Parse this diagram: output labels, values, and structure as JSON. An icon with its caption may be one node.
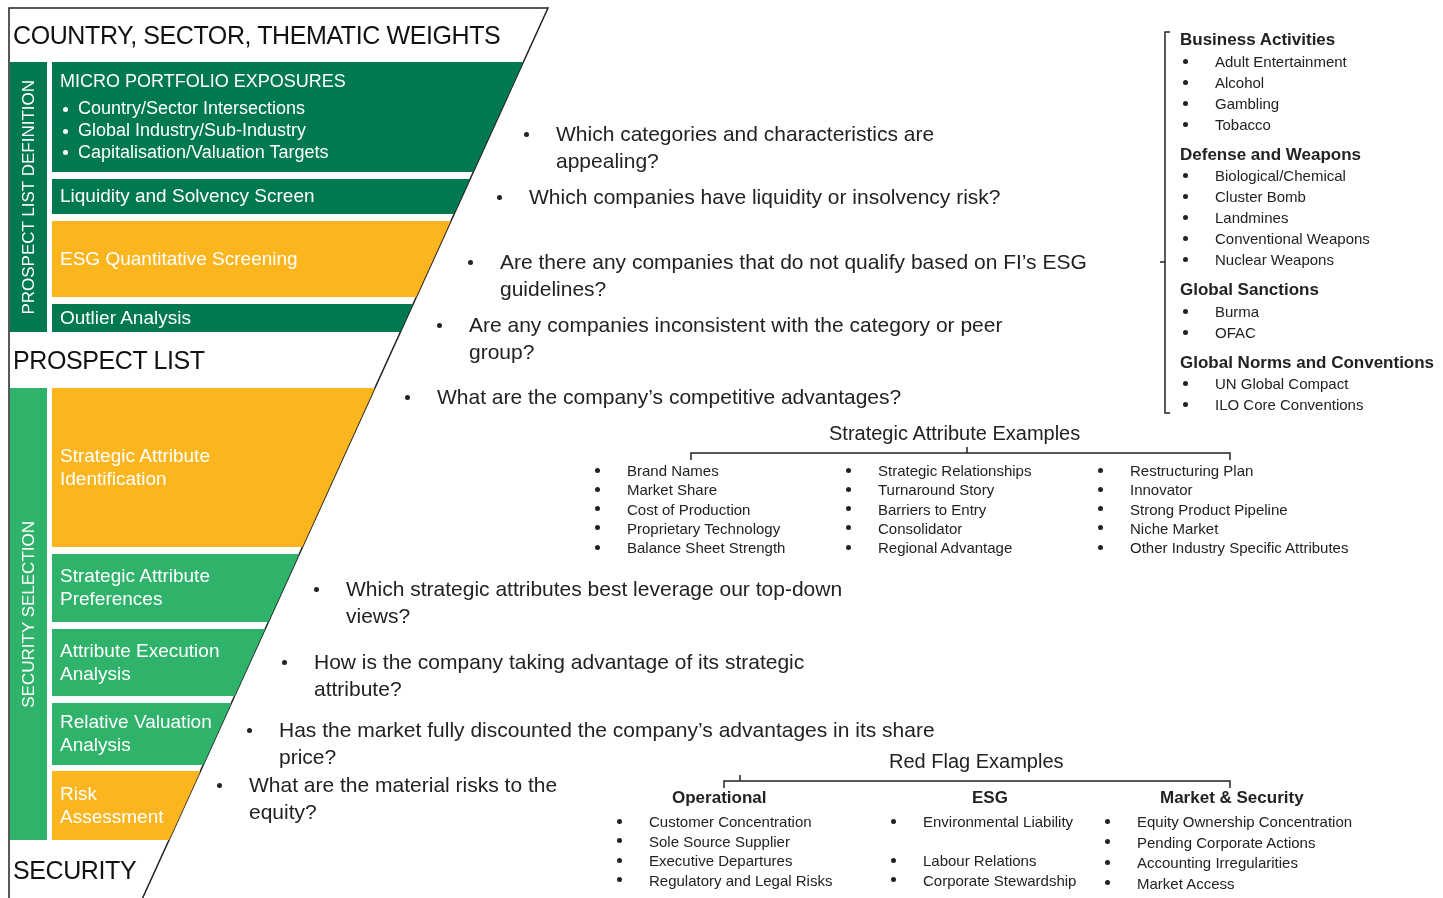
{
  "diagram": {
    "nodes": [
      {
        "text": [
          "COUNTRY, SECTOR, THEMATIC WEIGHTS"
        ]
      },
      {
        "text": [
          "PROSPECT LIST DEFINITION"
        ]
      },
      {
        "text": [
          "MICRO PORTFOLIO EXPOSURES",
          "Country/Sector Intersections",
          "Global Industry/Sub-Industry",
          "Capitalisation/Valuation Targets"
        ]
      },
      {
        "text": [
          "Liquidity and Solvency Screen"
        ]
      },
      {
        "text": [
          "ESG Quantitative Screening"
        ]
      },
      {
        "text": [
          "Outlier Analysis"
        ]
      },
      {
        "text": [
          "PROSPECT LIST"
        ]
      },
      {
        "text": [
          "SECURITY SELECTION"
        ]
      },
      {
        "text": [
          "Strategic Attribute Identification"
        ]
      },
      {
        "text": [
          "Strategic Attribute Preferences"
        ]
      },
      {
        "text": [
          "Attribute Execution Analysis"
        ]
      },
      {
        "text": [
          "Relative Valuation Analysis"
        ]
      },
      {
        "text": [
          "Risk Assessment"
        ]
      },
      {
        "text": [
          "SECURITY"
        ]
      }
    ],
    "labels": [
      "Business Activities",
      "Adult Entertainment",
      "Alcohol",
      "Gambling",
      "Tobacco",
      "Defense and Weapons",
      "Biological/Chemical",
      "Cluster Bomb",
      "Landmines",
      "Conventional Weapons",
      "Nuclear Weapons",
      "Global Sanctions",
      "Burma",
      "OFAC",
      "Global Norms and Conventions",
      "UN Global Compact",
      "ILO Core Conventions",
      "Which categories and characteristics are appealing?",
      "Which companies have liquidity or insolvency risk?",
      "Are there any companies that do not qualify based on FI’s ESG guidelines?",
      "Are any companies inconsistent with the category or peer group?",
      "What are the company’s competitive advantages?",
      "Which strategic attributes best leverage our top-down views?",
      "How is the company taking advantage of its strategic attribute?",
      "Has the market fully discounted the company’s advantages in its share price?",
      "What are the material risks to the equity?",
      "Strategic Attribute Examples",
      "Brand Names",
      "Market Share",
      "Cost of Production",
      "Proprietary Technology",
      "Balance Sheet Strength",
      "Strategic Relationships",
      "Turnaround Story",
      "Barriers to Entry",
      "Consolidator",
      "Regional Advantage",
      "Restructuring Plan",
      "Innovator",
      "Strong Product Pipeline",
      "Niche Market",
      "Other Industry Specific Attributes",
      "Red Flag Examples",
      "Operational",
      "ESG",
      "Market & Security",
      "Customer Concentration",
      "Sole Source Supplier",
      "Executive Departures",
      "Regulatory and Legal Risks",
      "Environmental Liability",
      "Labour Relations",
      "Corporate Stewardship",
      "Equity Ownership Concentration",
      "Pending Corporate Actions",
      "Accounting Irregularities",
      "Market Access"
    ]
  }
}
